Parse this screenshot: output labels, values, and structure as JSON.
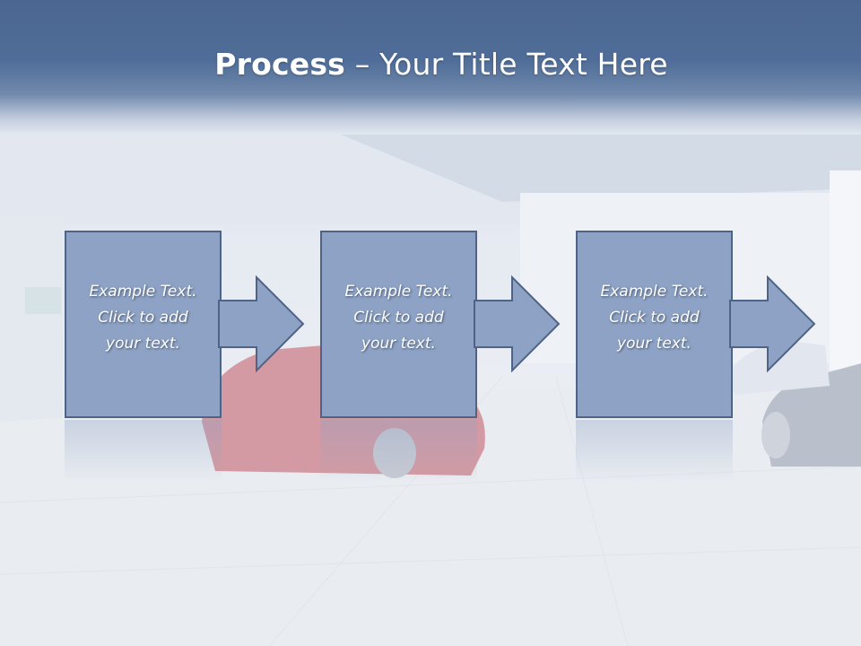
{
  "slide": {
    "title_bold": "Process",
    "title_rest": " – Your Title Text Here",
    "steps": [
      {
        "line1": "Example Text.",
        "line2": "Click  to add",
        "line3": "your text."
      },
      {
        "line1": "Example Text.",
        "line2": "Click  to add",
        "line3": "your text."
      },
      {
        "line1": "Example Text.",
        "line2": "Click  to add",
        "line3": "your text."
      }
    ]
  },
  "colors": {
    "header": "#4f6d98",
    "box_fill": "#8da2c4",
    "box_border": "#4f6386",
    "text": "#ffffff"
  }
}
